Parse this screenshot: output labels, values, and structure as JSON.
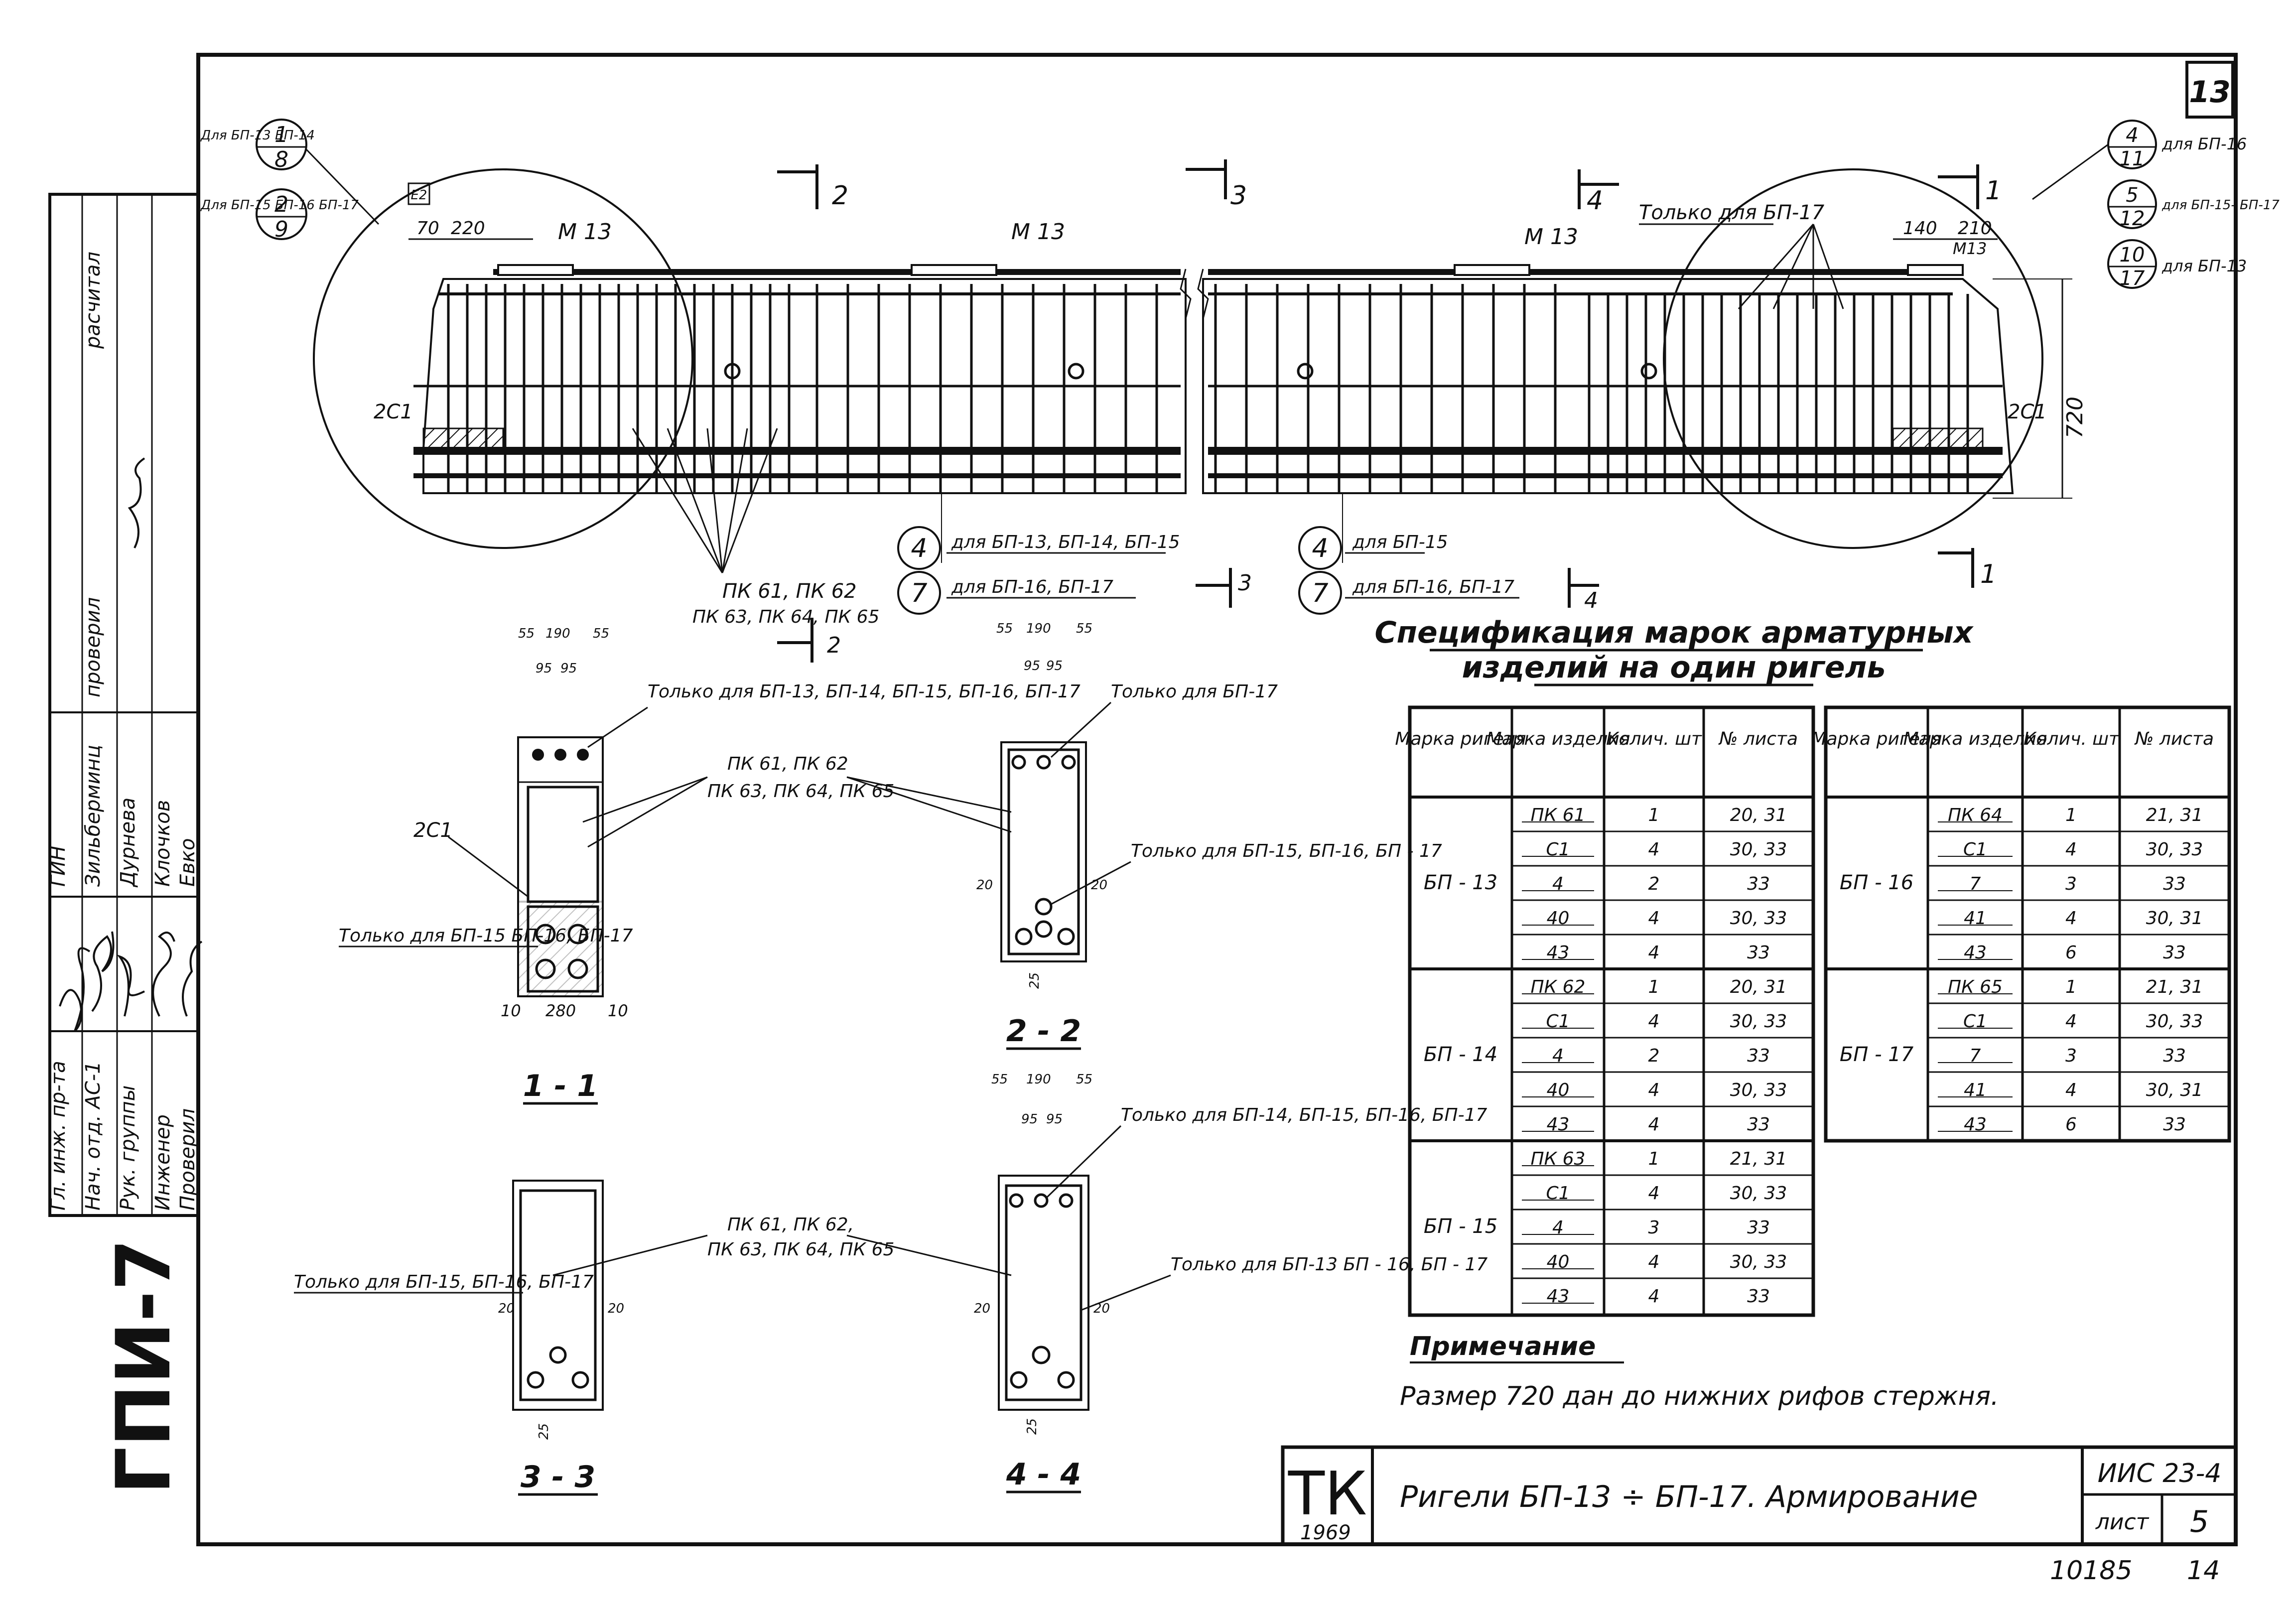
{
  "sheet": {
    "number_box": "13",
    "project_code": "ГПИ-7",
    "stamp_tk": "ТК",
    "stamp_year": "1969",
    "title": "Ригели БП-13 ÷ БП-17. Армирование",
    "series": "ИИС 23-4",
    "sheet_label": "лист",
    "sheet_number": "5",
    "bottom_numbers": [
      "10185",
      "14"
    ]
  },
  "signatures": {
    "roles": [
      "Гл. инж. пр-та",
      "Нач. отд. АС-1",
      "Рук. группы",
      "Инженер",
      "Проверил"
    ],
    "names": [
      "ГИН",
      "Зильберминц",
      "Дурнева",
      "Клочков",
      "Евко"
    ],
    "extra_roles": [
      "проверил",
      "расчитал"
    ]
  },
  "callouts_left": {
    "for_label_1": "Для БП-13 БП-14",
    "c1": "1",
    "c8": "8",
    "for_label_2": "Для БП-15 БП-16 БП-17",
    "c2": "2",
    "c9": "9"
  },
  "callouts_right": {
    "c4": "4",
    "c11": "11",
    "t1": "для БП-16",
    "c5": "5",
    "c12": "12",
    "t2": "для БП-15- БП-17",
    "c10": "10",
    "c17": "17",
    "t3": "для БП-13"
  },
  "elevation": {
    "mark_e2": "Е2",
    "m13_a": "М 13",
    "m13_b": "М 13",
    "m13_c": "М 13",
    "m13_d": "М13",
    "dim_70": "70",
    "dim_220": "220",
    "dim_140": "140",
    "dim_210": "210",
    "dim_720": "720",
    "label_2c1_left": "2С1",
    "label_2c1_right": "2С1",
    "only_for_17": "Только для БП-17",
    "pk_line1": "ПК 61, ПК 62",
    "pk_line2": "ПК 63, ПК 64, ПК 65",
    "callout_4a": "4",
    "callout_4a_text": "для БП-13, БП-14, БП-15",
    "callout_7a": "7",
    "callout_7a_text": "для БП-16, БП-17",
    "callout_4b": "4",
    "callout_4b_text": "для БП-15",
    "callout_7b": "7",
    "callout_7b_text": "для БП-16, БП-17",
    "cut_1": "1",
    "cut_2": "2",
    "cut_3": "3",
    "cut_4": "4"
  },
  "sections": {
    "s11": {
      "title": "1 - 1",
      "dims_top": [
        "55",
        "190",
        "55"
      ],
      "dims_inner": [
        "95",
        "95"
      ],
      "dims_bottom": [
        "10",
        "280",
        "10"
      ],
      "only_top": "Только для БП-13, БП-14, БП-15, БП-16, БП-17",
      "label_2c1": "2С1",
      "only_bottom": "Только для БП-15 БП-16, БП-17"
    },
    "s22": {
      "title": "2 - 2",
      "dims_top": [
        "55",
        "190",
        "55"
      ],
      "dims_inner": [
        "95",
        "95"
      ],
      "only_top": "Только для БП-17",
      "only_mid": "Только для БП-15, БП-16, БП - 17",
      "d20a": "20",
      "d20b": "20",
      "d25": "25"
    },
    "s33": {
      "title": "3 - 3",
      "only_text": "Только для БП-15, БП-16, БП-17",
      "d20a": "20",
      "d20b": "20",
      "d25": "25"
    },
    "s44": {
      "title": "4 - 4",
      "dims_top": [
        "55",
        "190",
        "55"
      ],
      "dims_inner": [
        "95",
        "95"
      ],
      "only_top": "Только для БП-14, БП-15, БП-16, БП-17",
      "only_mid": "Только для БП-13 БП - 16, БП - 17",
      "d20a": "20",
      "d20b": "20",
      "d25": "25"
    },
    "pk_middle_1": "ПК 61, ПК 62",
    "pk_middle_2": "ПК 63, ПК 64, ПК 65",
    "pk_lower_1": "ПК 61, ПК 62,",
    "pk_lower_2": "ПК 63, ПК 64, ПК 65"
  },
  "spec": {
    "title_line1": "Спецификация марок арматурных",
    "title_line2": "изделий на один ригель",
    "headers": [
      "Марка ригеля",
      "Марка изделия",
      "Колич. шт",
      "№ листа"
    ],
    "left_groups": [
      {
        "rigel": "БП - 13",
        "rows": [
          [
            "ПК 61",
            "1",
            "20, 31"
          ],
          [
            "С1",
            "4",
            "30, 33"
          ],
          [
            "4",
            "2",
            "33"
          ],
          [
            "40",
            "4",
            "30, 33"
          ],
          [
            "43",
            "4",
            "33"
          ]
        ]
      },
      {
        "rigel": "БП - 14",
        "rows": [
          [
            "ПК 62",
            "1",
            "20, 31"
          ],
          [
            "С1",
            "4",
            "30, 33"
          ],
          [
            "4",
            "2",
            "33"
          ],
          [
            "40",
            "4",
            "30, 33"
          ],
          [
            "43",
            "4",
            "33"
          ]
        ]
      },
      {
        "rigel": "БП - 15",
        "rows": [
          [
            "ПК 63",
            "1",
            "21, 31"
          ],
          [
            "С1",
            "4",
            "30, 33"
          ],
          [
            "4",
            "3",
            "33"
          ],
          [
            "40",
            "4",
            "30, 33"
          ],
          [
            "43",
            "4",
            "33"
          ]
        ]
      }
    ],
    "right_groups": [
      {
        "rigel": "БП - 16",
        "rows": [
          [
            "ПК 64",
            "1",
            "21, 31"
          ],
          [
            "С1",
            "4",
            "30, 33"
          ],
          [
            "7",
            "3",
            "33"
          ],
          [
            "41",
            "4",
            "30, 31"
          ],
          [
            "43",
            "6",
            "33"
          ]
        ]
      },
      {
        "rigel": "БП - 17",
        "rows": [
          [
            "ПК 65",
            "1",
            "21, 31"
          ],
          [
            "С1",
            "4",
            "30, 33"
          ],
          [
            "7",
            "3",
            "33"
          ],
          [
            "41",
            "4",
            "30, 31"
          ],
          [
            "43",
            "6",
            "33"
          ]
        ]
      }
    ]
  },
  "note": {
    "heading": "Примечание",
    "text": "Размер 720 дан до нижних рифов стержня."
  }
}
